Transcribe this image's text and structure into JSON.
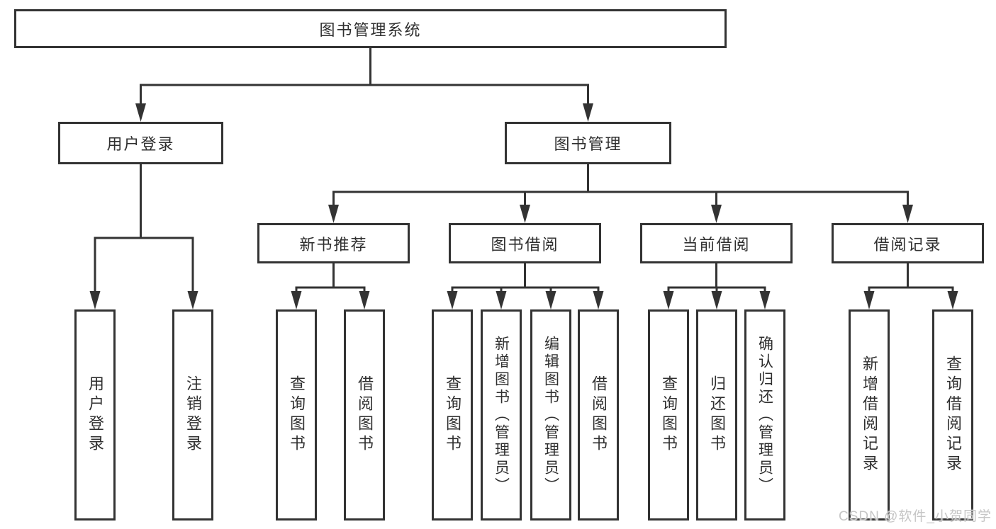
{
  "diagram": {
    "title": {
      "label": "图书管理系统"
    },
    "level2": {
      "user_login": {
        "label": "用户登录"
      },
      "book_management": {
        "label": "图书管理"
      }
    },
    "level3": {
      "new_book_recommend": {
        "label": "新书推荐"
      },
      "book_borrow": {
        "label": "图书借阅"
      },
      "current_borrow": {
        "label": "当前借阅"
      },
      "borrow_records": {
        "label": "借阅记录"
      }
    },
    "leaves": [
      {
        "label": "用户登录"
      },
      {
        "label": "注销登录"
      },
      {
        "label": "查询图书"
      },
      {
        "label": "借阅图书"
      },
      {
        "label": "查询图书"
      },
      {
        "label": "新增图书（管理员）"
      },
      {
        "label": "编辑图书（管理员）"
      },
      {
        "label": "借阅图书"
      },
      {
        "label": "查询图书"
      },
      {
        "label": "归还图书"
      },
      {
        "label": "确认归还（管理员）"
      },
      {
        "label": "新增借阅记录"
      },
      {
        "label": "查询借阅记录"
      }
    ],
    "watermark": "CSDN @软件_小贺同学",
    "colors": {
      "line": "#333333",
      "border": "#333333",
      "text": "#2f2f2f",
      "watermark": "#c6c6c6",
      "background": "#ffffff"
    }
  }
}
